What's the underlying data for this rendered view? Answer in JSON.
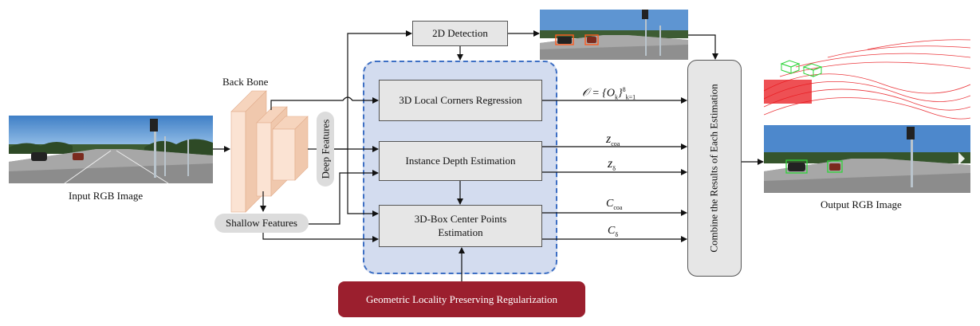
{
  "input_label": "Input RGB Image",
  "backbone_label": "Back Bone",
  "deep_features_label": "Deep Features",
  "shallow_features_label": "Shallow Features",
  "detection_2d": "2D Detection",
  "local_corners": "3D Local Corners Regression",
  "instance_depth": "Instance Depth Estimation",
  "center_points_line1": "3D-Box Center Points",
  "center_points_line2": "Estimation",
  "regularization": "Geometric Locality Preserving Regularization",
  "combine": "Combine the Results of Each Estimation",
  "output_label": "Output RGB Image",
  "outputs": {
    "corners": {
      "prefix": "𝒪 = {O",
      "sub": "k",
      "suffix": "}",
      "sup": "8",
      "sub2": "k=1"
    },
    "z_coa": {
      "main": "z",
      "sub": "coa"
    },
    "z_delta": {
      "main": "z",
      "sub": "δ"
    },
    "c_coa": {
      "main": "C",
      "sub": "coa"
    },
    "c_delta": {
      "main": "C",
      "sub": "δ"
    }
  },
  "colors": {
    "region_fill": "#d3dcef",
    "region_border": "#3d6fc4",
    "regularization_fill": "#9b1f2e",
    "backbone_fill": "#fbe3d3",
    "backbone_edge": "#e7b79a",
    "box_fill": "#e6e6e6",
    "lidar_red": "#e8151b",
    "detection_green": "#2fd43b",
    "detection_orange": "#ff5b1e"
  }
}
